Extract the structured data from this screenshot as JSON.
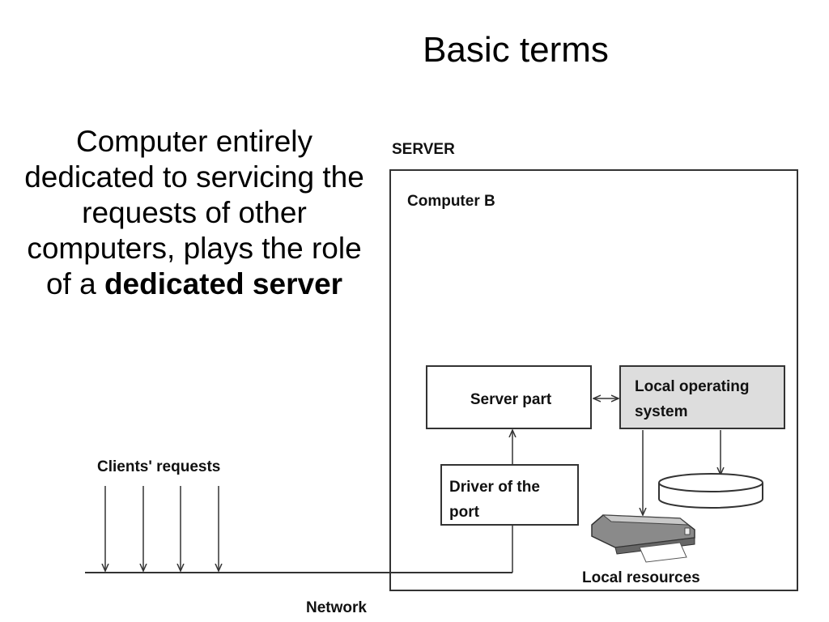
{
  "title": "Basic terms",
  "definition": {
    "text_plain": "Computer entirely dedicated to servicing the requests of other computers, plays the role of a ",
    "text_bold": "dedicated server"
  },
  "diagram": {
    "server_label": "SERVER",
    "computer_label": "Computer B",
    "server_part_label": "Server part",
    "local_os_label_line1": "Local operating",
    "local_os_label_line2": "system",
    "driver_label_line1": "Driver of the",
    "driver_label_line2": "port",
    "clients_requests_label": "Clients' requests",
    "local_resources_label": "Local resources",
    "network_label": "Network",
    "colors": {
      "stroke": "#333333",
      "os_box_fill": "#dddddd",
      "box_fill": "#ffffff"
    }
  }
}
